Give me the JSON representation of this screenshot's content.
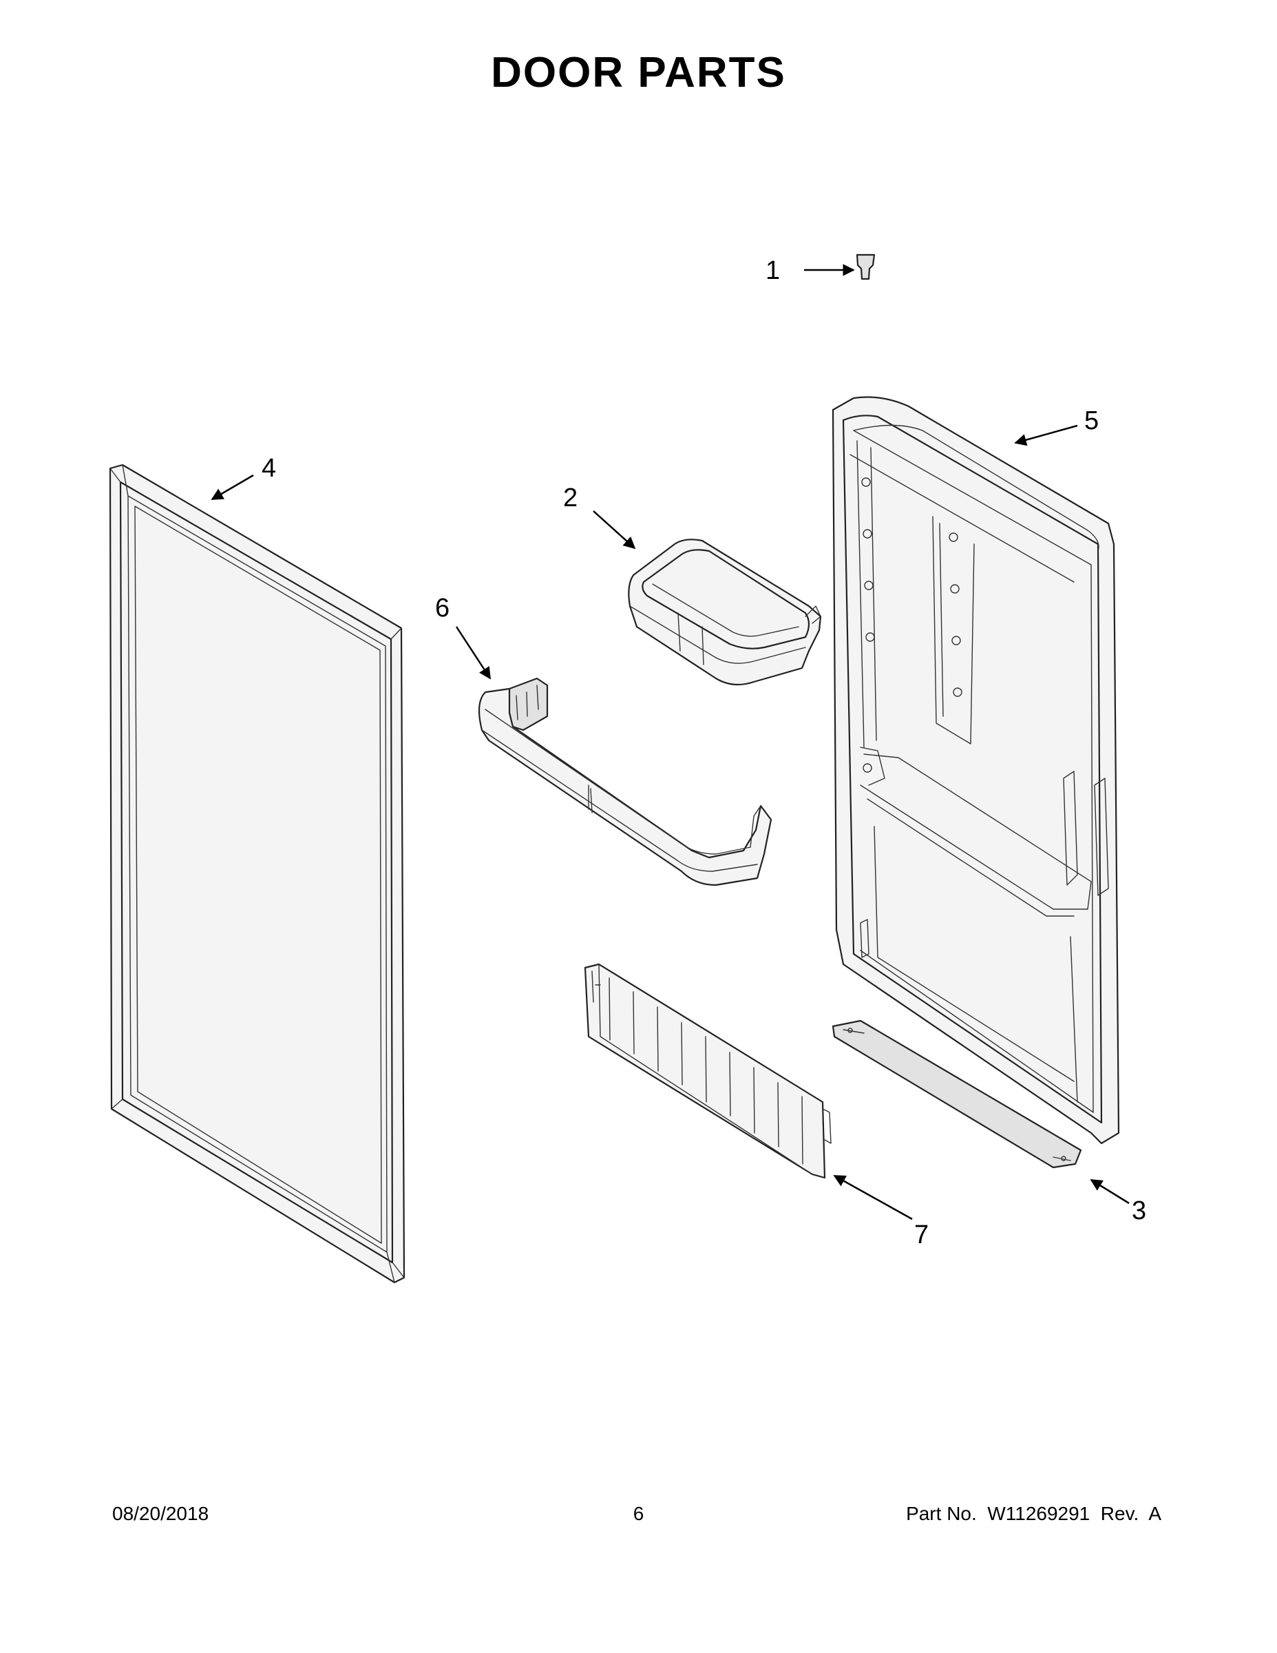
{
  "title": "DOOR  PARTS",
  "callouts": [
    {
      "id": "1",
      "label": "1",
      "part": "plug"
    },
    {
      "id": "2",
      "label": "2",
      "part": "door-bin"
    },
    {
      "id": "3",
      "label": "3",
      "part": "door-hinge-bracket"
    },
    {
      "id": "4",
      "label": "4",
      "part": "door-gasket"
    },
    {
      "id": "5",
      "label": "5",
      "part": "door-assembly"
    },
    {
      "id": "6",
      "label": "6",
      "part": "door-shelf-rail"
    },
    {
      "id": "7",
      "label": "7",
      "part": "shelf-divider"
    }
  ],
  "footer": {
    "date": "08/20/2018",
    "page": "6",
    "part_number": "Part No.  W11269291  Rev.  A"
  },
  "colors": {
    "line": "#222222",
    "background": "#ffffff"
  }
}
